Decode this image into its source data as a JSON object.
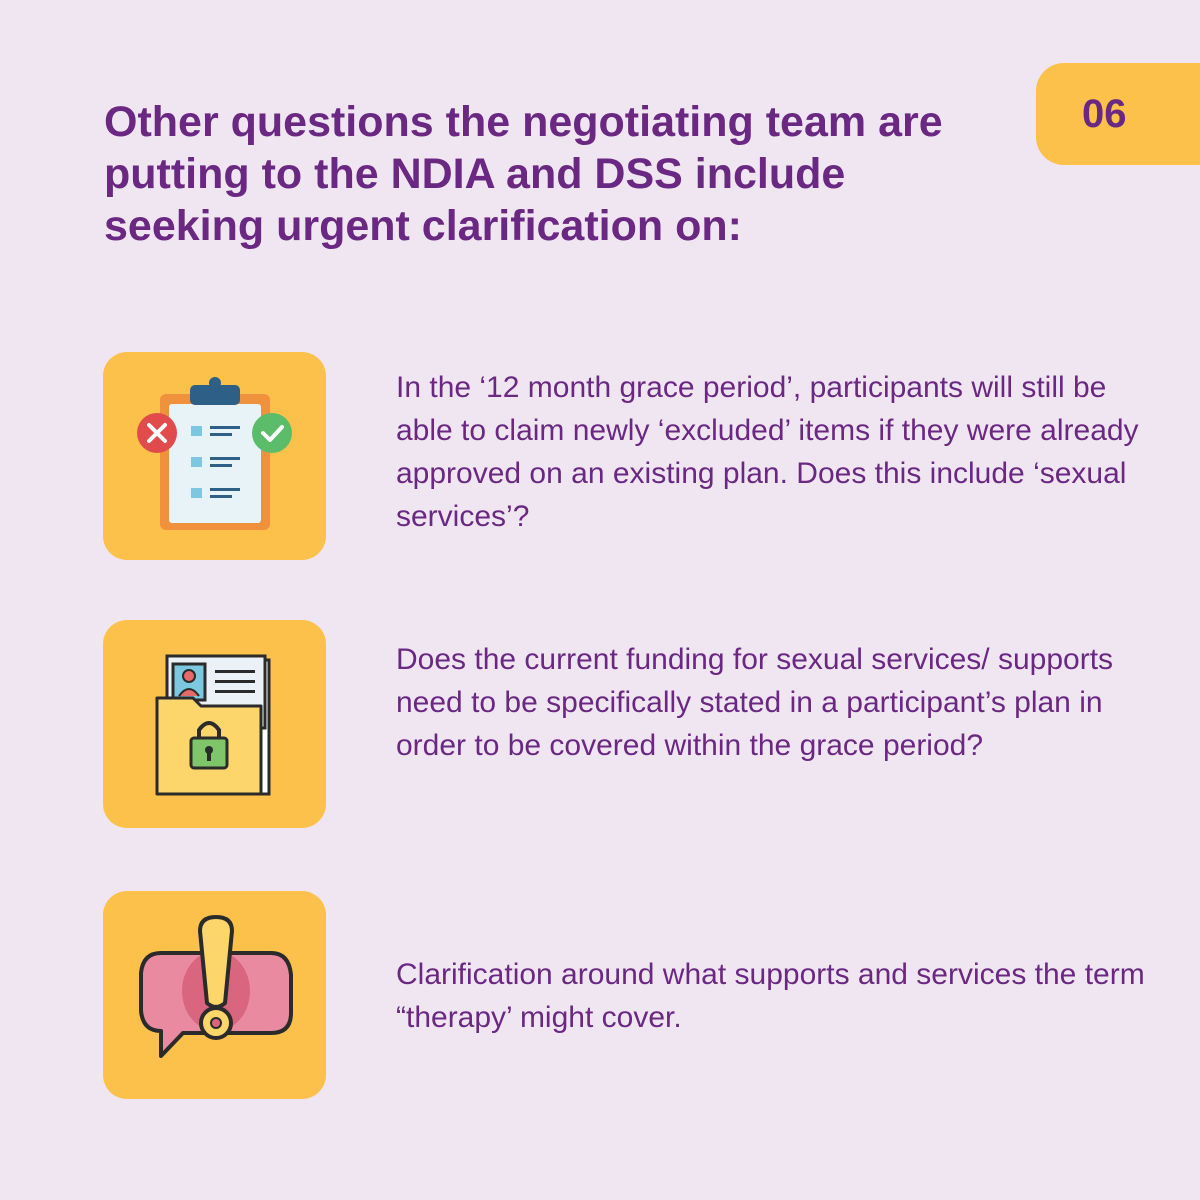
{
  "badge": {
    "page_number": "06"
  },
  "header": {
    "title": "Other questions the negotiating team are putting to the NDIA and DSS include seeking urgent clarification on:"
  },
  "items": [
    {
      "icon": "clipboard-checklist-icon",
      "text": "In the ‘12 month grace period’, participants will still be able to claim newly ‘excluded’ items if they were already approved on an existing plan. Does this include ‘sexual services’?"
    },
    {
      "icon": "locked-folder-icon",
      "text": "Does the current funding for sexual services/ supports need to be specifically stated in a participant’s plan in order to be covered within the grace period?"
    },
    {
      "icon": "exclamation-speech-bubble-icon",
      "text": "Clarification around what supports and services the term “therapy’ might cover."
    }
  ],
  "colors": {
    "background": "#f0e6f2",
    "accent_purple": "#6a2883",
    "accent_yellow": "#fcc14a"
  }
}
